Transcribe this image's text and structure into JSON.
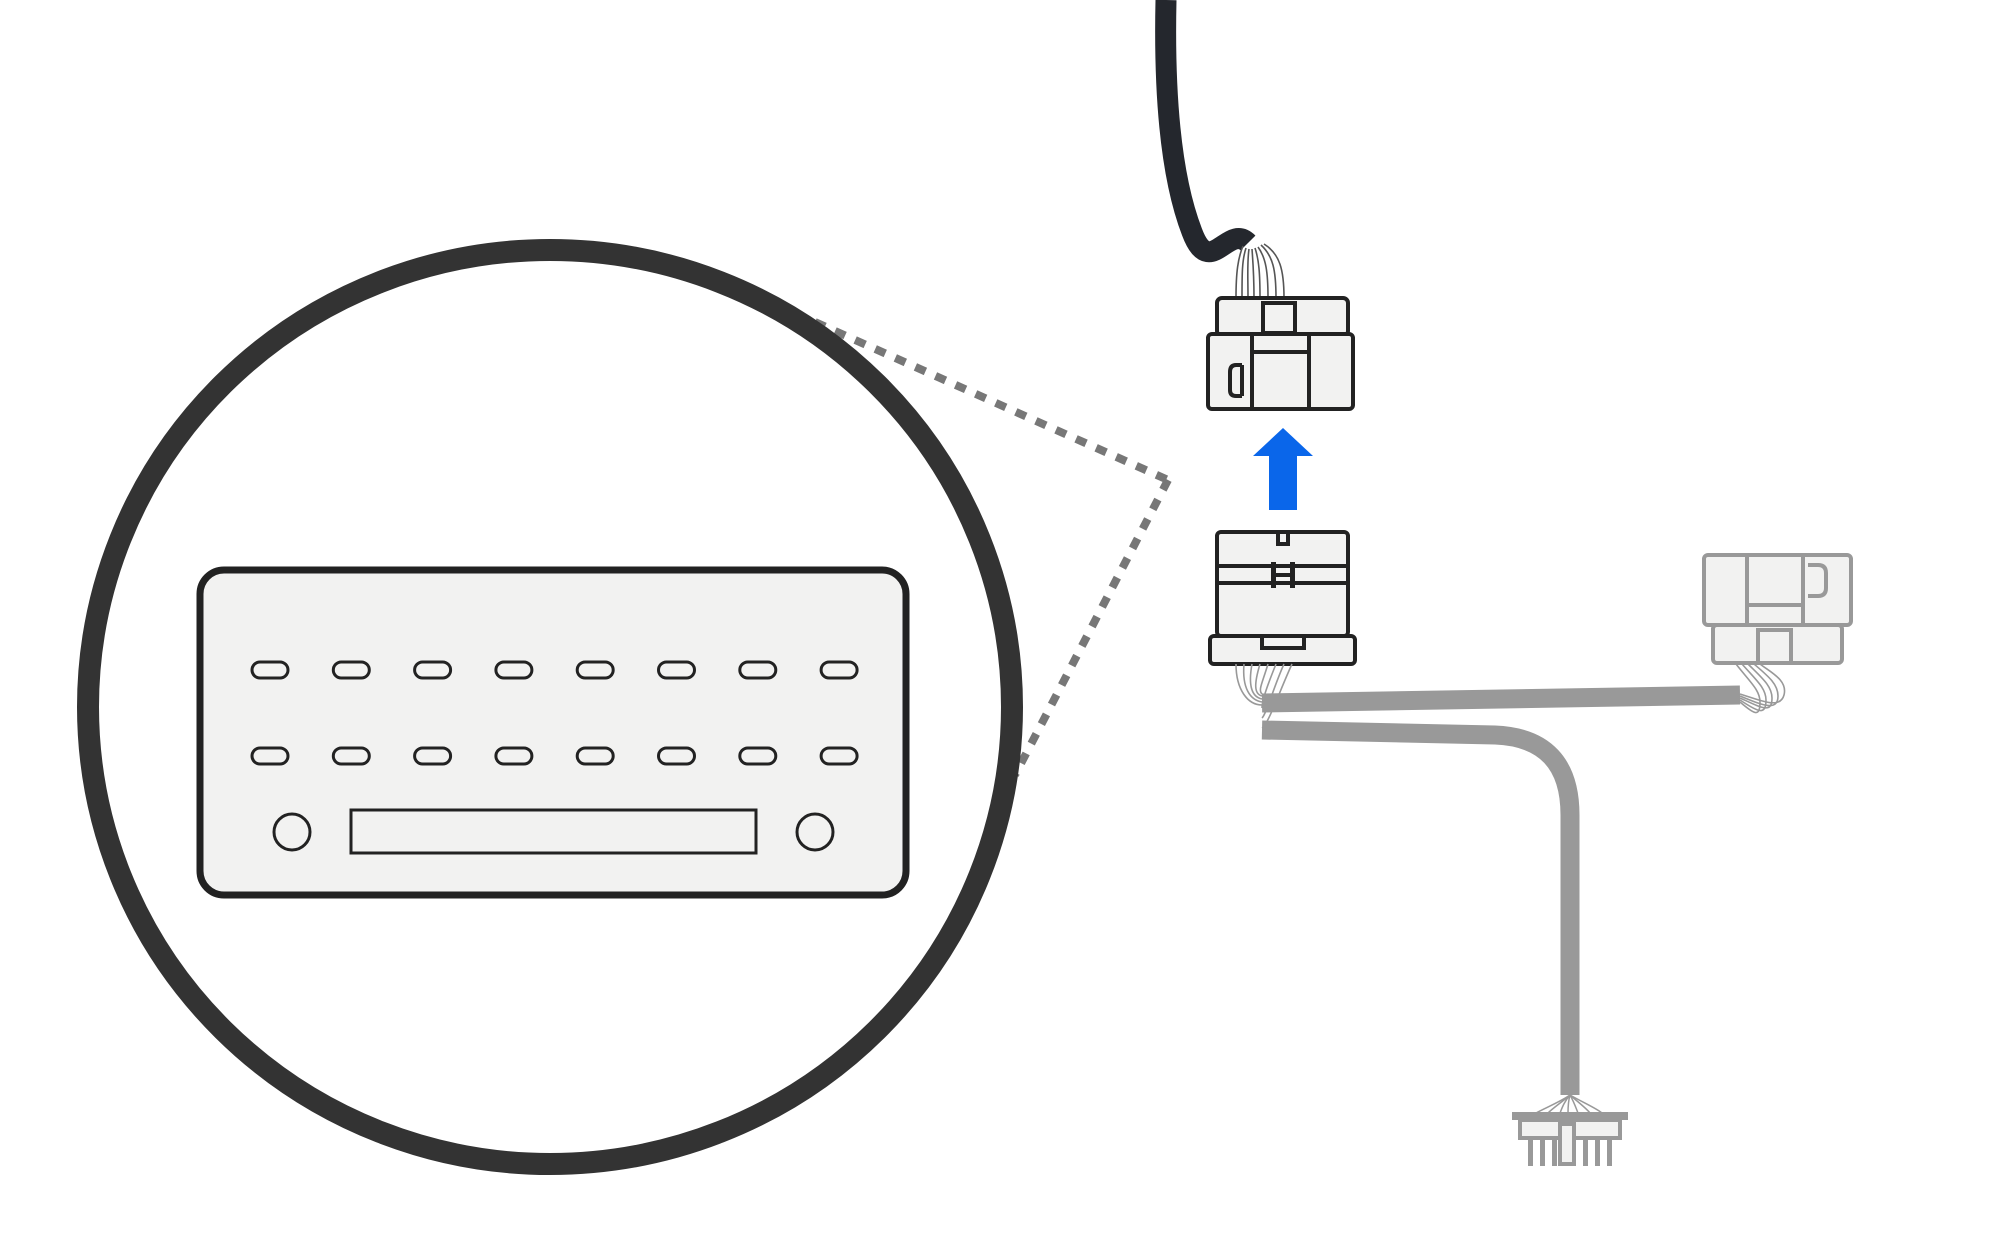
{
  "diagram": {
    "description_text": "",
    "colors": {
      "outline": "#222222",
      "fill": "#f2f2f1",
      "arrow": "#0a66ea",
      "grey_harness": "#999999",
      "dashed_leader": "#777777"
    },
    "icons": {
      "upper_connector": "vehicle-connector-icon",
      "lower_connector": "harness-connector-icon",
      "arrow": "connect-arrow-icon",
      "side_connector": "side-connector-icon",
      "pin_header": "pin-header-icon",
      "zoom": "zoom-detail-icon"
    },
    "zoom_detail": {
      "pin_rows": 2,
      "pins_per_row": 8,
      "mounting_holes": 2,
      "wide_slot": 1
    }
  }
}
